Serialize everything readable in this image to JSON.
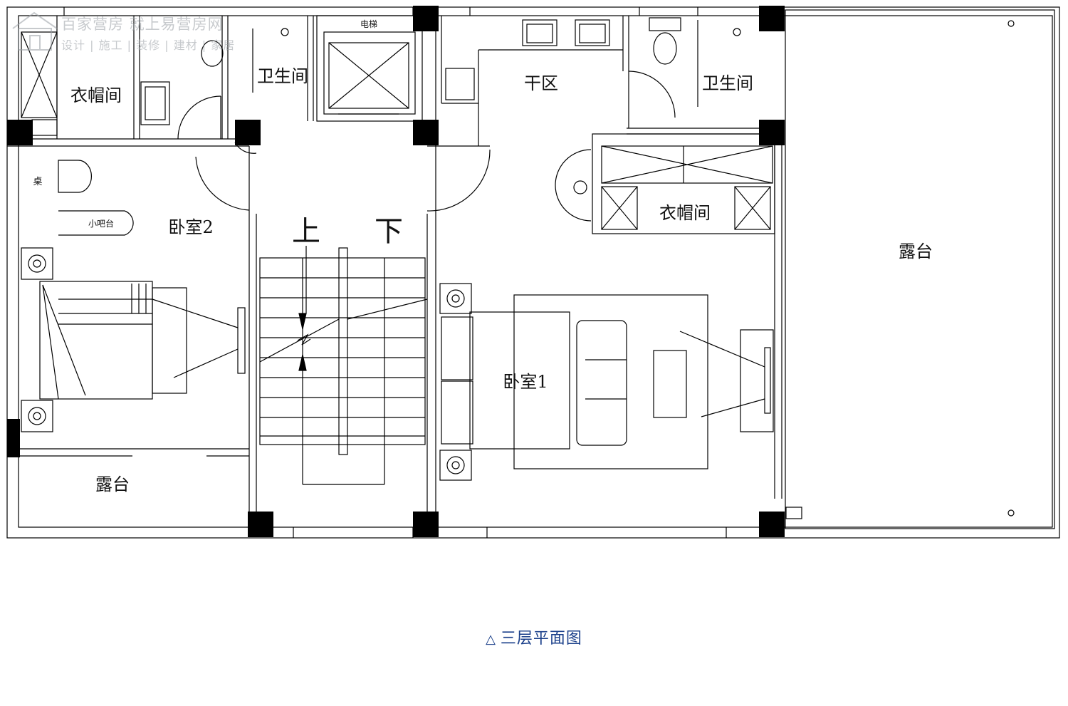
{
  "watermark": {
    "line1": "百家营房 就上易营房网",
    "line2": "设计 | 施工 | 装修 | 建材 | 家居"
  },
  "rooms": {
    "cloakroom_left": "衣帽间",
    "bathroom_left": "卫生间",
    "elevator": "电梯",
    "dry_zone": "干区",
    "bathroom_right": "卫生间",
    "table": "桌",
    "mini_bar": "小吧台",
    "bedroom2": "卧室2",
    "stair_up": "上",
    "stair_down": "下",
    "cloakroom_right": "衣帽间",
    "terrace_right": "露台",
    "bedroom1": "卧室1",
    "terrace_left": "露台"
  },
  "caption": {
    "marker": "△",
    "title": "三层平面图"
  }
}
